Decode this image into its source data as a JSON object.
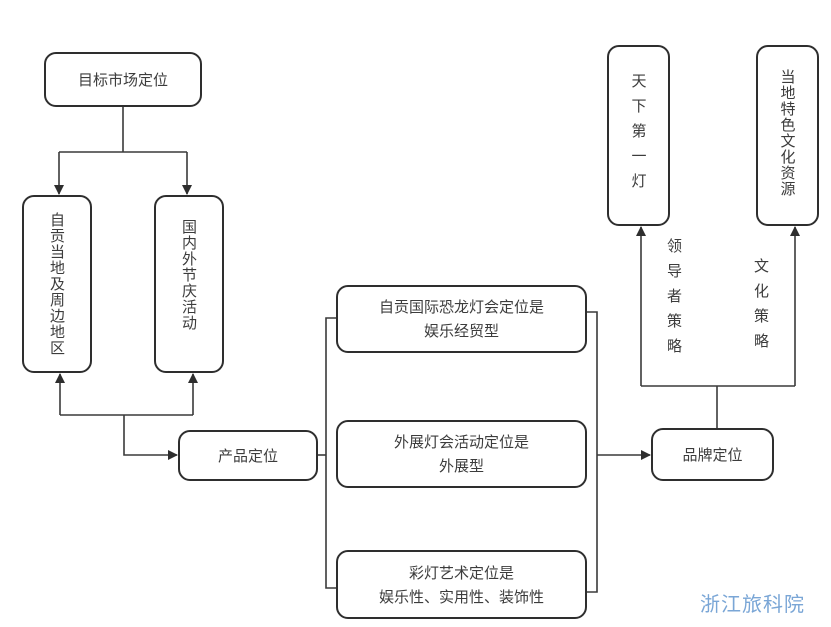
{
  "diagram": {
    "nodes": {
      "target_market": "目标市场定位",
      "local_region": "自贡当地及周边地区",
      "festivals": "国内外节庆活动",
      "product": "产品定位",
      "dinosaur_lantern": {
        "line1": "自贡国际恐龙灯会定位是",
        "line2": "娱乐经贸型"
      },
      "exhibition": {
        "line1": "外展灯会活动定位是",
        "line2": "外展型"
      },
      "lantern_art": {
        "line1": "彩灯艺术定位是",
        "line2": "娱乐性、实用性、装饰性"
      },
      "brand": "品牌定位",
      "best_lantern": "天下第一灯",
      "local_culture": "当地特色文化资源"
    },
    "edge_labels": {
      "leader_strategy": "领导者策略",
      "culture_strategy": "文化策略"
    },
    "edges": [
      {
        "from": "target_market",
        "to": "local_region"
      },
      {
        "from": "target_market",
        "to": "festivals"
      },
      {
        "from": "product",
        "to": "local_region"
      },
      {
        "from": "product",
        "to": "festivals"
      },
      {
        "from": "product",
        "to": "dinosaur_lantern"
      },
      {
        "from": "product",
        "to": "exhibition"
      },
      {
        "from": "product",
        "to": "lantern_art"
      },
      {
        "from": "lantern_positions",
        "to": "brand"
      },
      {
        "from": "brand",
        "to": "best_lantern",
        "label": "leader_strategy"
      },
      {
        "from": "brand",
        "to": "local_culture",
        "label": "culture_strategy"
      }
    ]
  },
  "watermark": "浙江旅科院",
  "colors": {
    "line": "#2e2e2e",
    "text": "#3c3c3c",
    "watermark": "#7aa6d6"
  }
}
